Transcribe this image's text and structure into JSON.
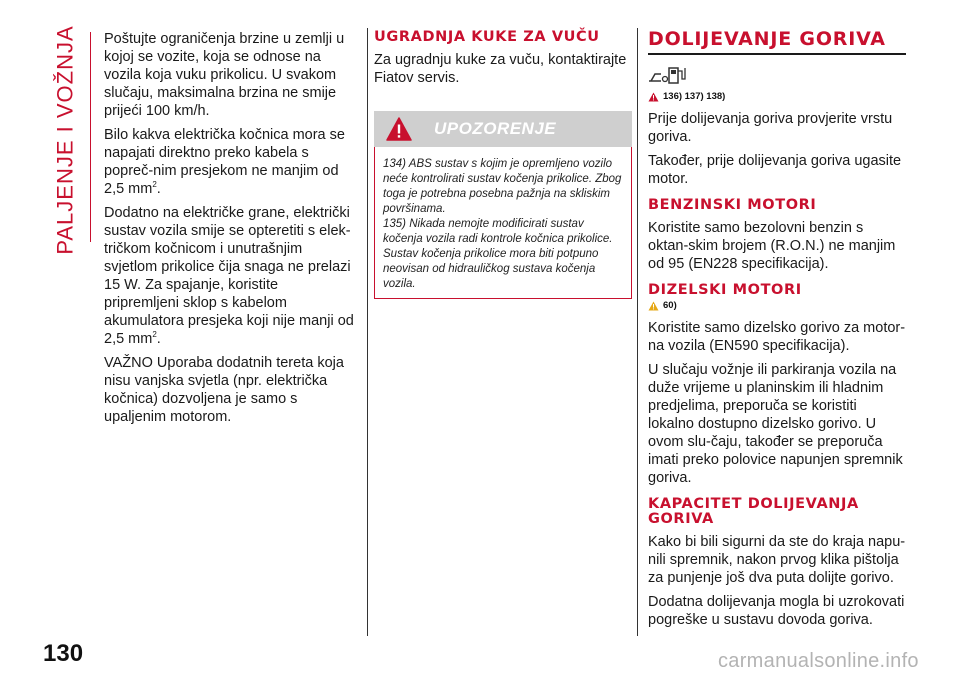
{
  "side_title": "PALJENJE I VOŽNJA",
  "page_number": "130",
  "footer_logo": "carmanualsonline.info",
  "colors": {
    "accent": "#c8102e",
    "warning_header": "#cfcfcf"
  },
  "column1": {
    "p1": "Poštujte ograničenja brzine u zemlji u kojoj se vozite, koja se odnose na vozila koja vuku prikolicu. U svakom slučaju, maksimalna brzina ne smije prijeći 100 km/h.",
    "p2": "Bilo kakva električka kočnica mora se napajati direktno preko kabela s popreč-nim presjekom ne manjim od 2,5 mm",
    "p2_sup": "2",
    "p2_end": ".",
    "p3": "Dodatno na električke grane, električki sustav vozila smije se opteretiti s elek-tričkom kočnicom i unutrašnjim svjetlom prikolice čija snaga ne prelazi 15 W. Za spajanje, koristite pripremljeni sklop s kabelom akumulatora presjeka koji nije manji od 2,5 mm",
    "p3_sup": "2",
    "p3_end": ".",
    "p4": "VAŽNO Uporaba dodatnih tereta koja nisu vanjska svjetla (npr. električka kočnica) dozvoljena je samo s upaljenim motorom."
  },
  "column2": {
    "heading": "UGRADNJA KUKE ZA VUČU",
    "p1": "Za ugradnju kuke za vuču, kontaktirajte Fiatov servis.",
    "warning": {
      "title": "UPOZORENJE",
      "item1": "134) ABS sustav s kojim je opremljeno vozilo neće kontrolirati sustav kočenja prikolice. Zbog toga je potrebna posebna pažnja na skliskim površinama.",
      "item2": "135) Nikada nemojte modificirati sustav kočenja vozila radi kontrole kočnica prikolice. Sustav kočenja prikolice mora biti potpuno neovisan od hidrauličkog sustava kočenja vozila."
    }
  },
  "column3": {
    "heading": "DOLIJEVANJE GORIVA",
    "pump_icon": "fuel-pump-icon",
    "refs1": "136) 137) 138)",
    "p1": "Prije dolijevanja goriva provjerite vrstu goriva.",
    "p2": "Također, prije dolijevanja goriva ugasite motor.",
    "sub1": "BENZINSKI MOTORI",
    "p3": "Koristite samo bezolovni benzin s oktan-skim brojem (R.O.N.) ne manjim od 95 (EN228 specifikacija).",
    "sub2": "DIZELSKI MOTORI",
    "refs2": "60)",
    "p4": "Koristite samo dizelsko gorivo za motor-na vozila (EN590 specifikacija).",
    "p5": "U slučaju vožnje ili parkiranja vozila na duže vrijeme u planinskim ili hladnim predjelima, preporuča se koristiti lokalno dostupno dizelsko gorivo. U ovom slu-čaju, također se preporuča imati preko polovice napunjen spremnik goriva.",
    "sub3": "KAPACITET DOLIJEVANJA GORIVA",
    "p6": "Kako bi bili sigurni da ste do kraja napu-nili spremnik, nakon prvog klika pištolja za punjenje još dva puta dolijte gorivo.",
    "p7": "Dodatna dolijevanja mogla bi uzrokovati pogreške u sustavu dovoda goriva."
  }
}
